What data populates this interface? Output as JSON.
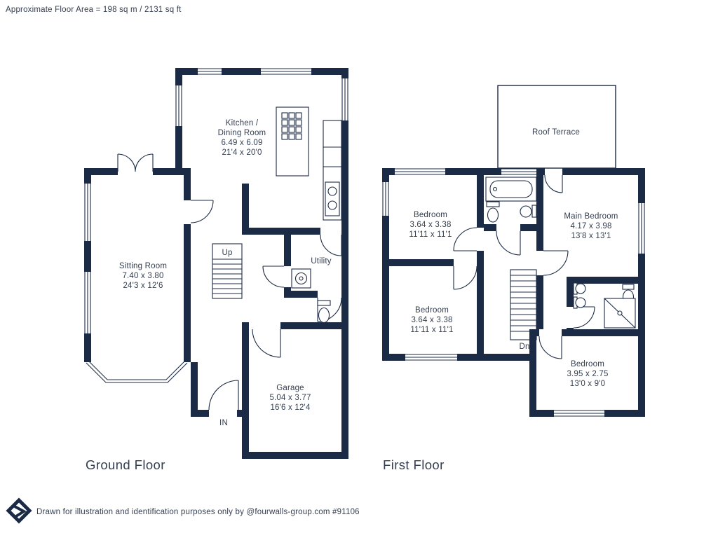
{
  "colors": {
    "wall": "#1C2B45",
    "text": "#343E50",
    "background": "#FFFFFF"
  },
  "header": {
    "floor_area_note": "Approximate Floor Area = 198 sq m / 2131 sq ft"
  },
  "footer": {
    "disclaimer": "Drawn for illustration and identification purposes only by @fourwalls-group.com #91106"
  },
  "ground_floor": {
    "label": "Ground Floor",
    "rooms": {
      "kitchen_dining": {
        "line1": "Kitchen /",
        "line2": "Dining Room",
        "metric": "6.49 x 6.09",
        "imperial": "21'4 x 20'0"
      },
      "sitting_room": {
        "name": "Sitting Room",
        "metric": "7.40 x 3.80",
        "imperial": "24'3 x 12'6"
      },
      "utility": {
        "name": "Utility"
      },
      "garage": {
        "name": "Garage",
        "metric": "5.04 x 3.77",
        "imperial": "16'6 x 12'4"
      }
    },
    "stairs_label": "Up",
    "entrance_label": "IN"
  },
  "first_floor": {
    "label": "First Floor",
    "rooms": {
      "roof_terrace": {
        "name": "Roof Terrace"
      },
      "bedroom_front": {
        "name": "Bedroom",
        "metric": "3.64 x 3.38",
        "imperial": "11'11 x 11'1"
      },
      "main_bedroom": {
        "name": "Main Bedroom",
        "metric": "4.17 x 3.98",
        "imperial": "13'8 x 13'1"
      },
      "bedroom_middle": {
        "name": "Bedroom",
        "metric": "3.64 x 3.38",
        "imperial": "11'11 x 11'1"
      },
      "bedroom_back": {
        "name": "Bedroom",
        "metric": "3.95 x 2.75",
        "imperial": "13'0 x 9'0"
      }
    },
    "stairs_label": "Dn"
  }
}
